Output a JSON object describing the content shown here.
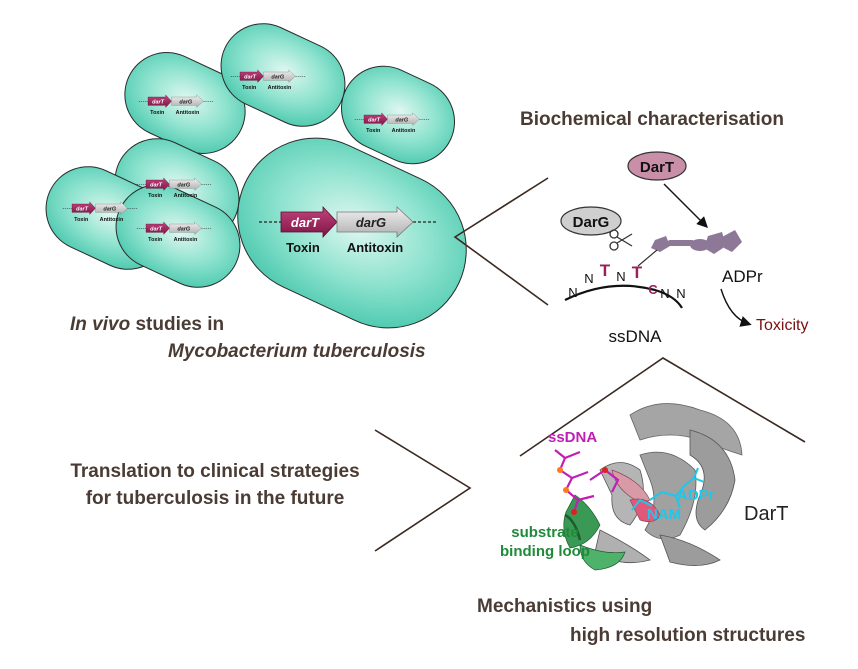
{
  "headings": {
    "biochem": "Biochemical characterisation",
    "invivo_italic": "In vivo",
    "invivo_rest": " studies in",
    "organism": "Mycobacterium tuberculosis",
    "translation_line1": "Translation to clinical strategies",
    "translation_line2": "for tuberculosis in the future",
    "mechanistics_line1": "Mechanistics using",
    "mechanistics_line2": "high resolution structures"
  },
  "operon": {
    "toxin_gene": "darT",
    "antitoxin_gene": "darG",
    "toxin_label": "Toxin",
    "antitoxin_label": "Antitoxin"
  },
  "biochem": {
    "dart_label": "DarT",
    "darg_label": "DarG",
    "adpr_label": "ADPr",
    "ssdna_label": "ssDNA",
    "toxicity_label": "Toxicity",
    "bases": [
      "N",
      "N",
      "T",
      "N",
      "T",
      "C",
      "N",
      "N"
    ]
  },
  "structure": {
    "ssdna_label": "ssDNA",
    "adpr_label": "ADPr",
    "nam_label": "NAM",
    "dart_label": "DarT",
    "loop_line1": "substrate",
    "loop_line2": "binding loop"
  },
  "colors": {
    "cell_fill": "#5fd3bc",
    "toxin_arrow": "#9b1f5a",
    "antitoxin_arrow": "#c8c8c8",
    "dart_ellipse": "#c98fa8",
    "darg_ellipse": "#cfcfcf",
    "adpr_shape": "#8d7897",
    "toxicity_text": "#7a1010",
    "ssdna_label": "#c11fb3",
    "adpr_label": "#1fc7e8",
    "loop_label": "#1f8a3a",
    "heading": "#4a3c34"
  }
}
